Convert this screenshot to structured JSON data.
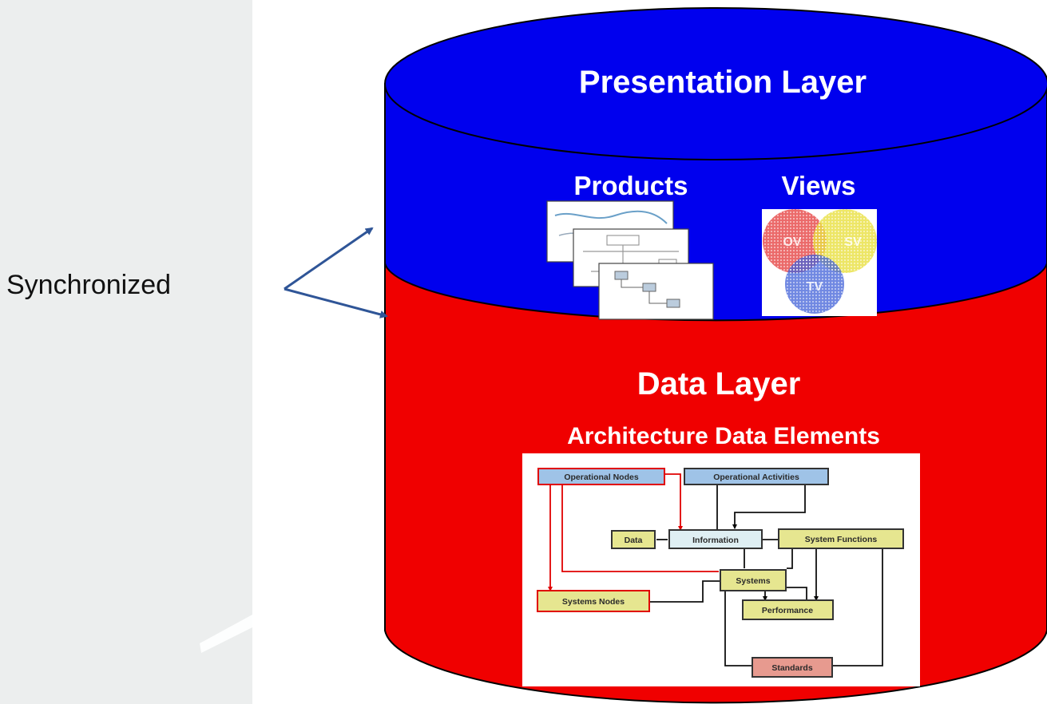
{
  "side_label": "Synchronized",
  "presentation": {
    "title": "Presentation Layer",
    "products_label": "Products",
    "views_label": "Views",
    "venn_labels": [
      "OV",
      "SV",
      "TV"
    ]
  },
  "data_layer": {
    "title": "Data Layer",
    "subtitle": "Architecture Data Elements",
    "nodes": {
      "operational_nodes": "Operational Nodes",
      "operational_activities": "Operational Activities",
      "data": "Data",
      "information": "Information",
      "system_functions": "System Functions",
      "systems": "Systems",
      "systems_nodes": "Systems Nodes",
      "performance": "Performance",
      "standards": "Standards"
    }
  },
  "colors": {
    "presentation_blue": "#0000ee",
    "data_red": "#f00000",
    "arrow": "#2f5597",
    "node_blue": "#9fc3e7",
    "node_yellow": "#e6e690",
    "node_light": "#dfeff3",
    "node_pink": "#e79a8f"
  }
}
